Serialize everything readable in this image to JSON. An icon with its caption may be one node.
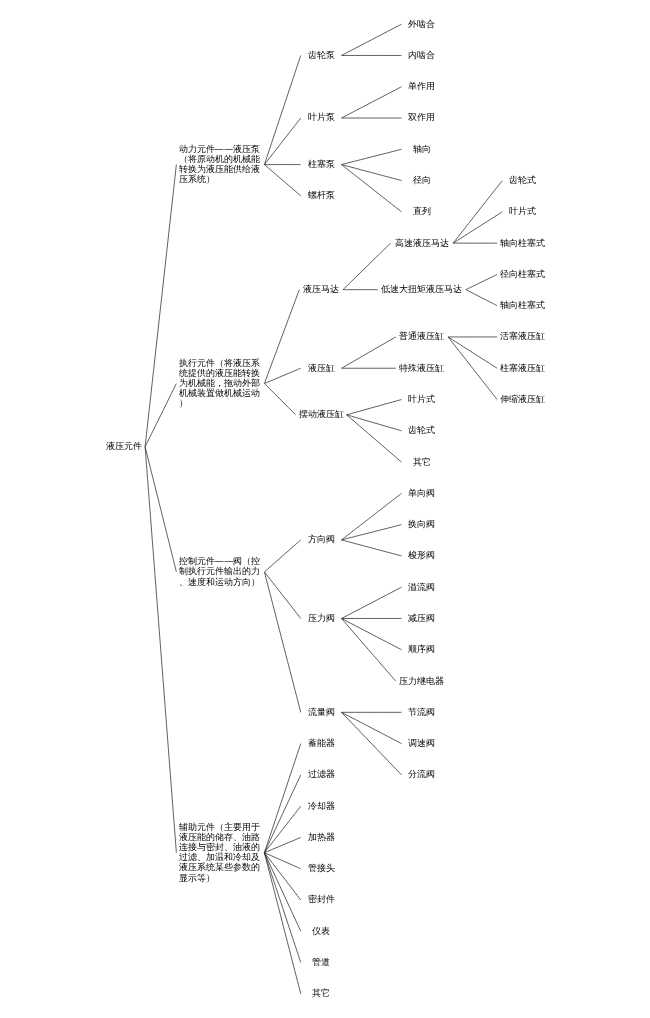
{
  "diagram": {
    "nodes": [
      {
        "text": [
          "液压元件"
        ]
      },
      {
        "text": [
          "动力元件——液压泵（将原动机的机械能转换为液压能供给液压系统）"
        ]
      },
      {
        "text": [
          "齿轮泵"
        ]
      },
      {
        "text": [
          "外啮合"
        ]
      },
      {
        "text": [
          "内啮合"
        ]
      },
      {
        "text": [
          "叶片泵"
        ]
      },
      {
        "text": [
          "单作用"
        ]
      },
      {
        "text": [
          "双作用"
        ]
      },
      {
        "text": [
          "柱塞泵"
        ]
      },
      {
        "text": [
          "轴向"
        ]
      },
      {
        "text": [
          "径向"
        ]
      },
      {
        "text": [
          "直列"
        ]
      },
      {
        "text": [
          "螺杆泵"
        ]
      },
      {
        "text": [
          "执行元件（将液压系统提供的液压能转换为机械能，拖动外部机械装置做机械运动）"
        ]
      },
      {
        "text": [
          "液压马达"
        ]
      },
      {
        "text": [
          "高速液压马达"
        ]
      },
      {
        "text": [
          "齿轮式"
        ]
      },
      {
        "text": [
          "叶片式"
        ]
      },
      {
        "text": [
          "轴向柱塞式"
        ]
      },
      {
        "text": [
          "低速大扭矩液压马达"
        ]
      },
      {
        "text": [
          "径向柱塞式"
        ]
      },
      {
        "text": [
          "轴向柱塞式"
        ]
      },
      {
        "text": [
          "液压缸"
        ]
      },
      {
        "text": [
          "普通液压缸"
        ]
      },
      {
        "text": [
          "活塞液压缸"
        ]
      },
      {
        "text": [
          "柱塞液压缸"
        ]
      },
      {
        "text": [
          "伸缩液压缸"
        ]
      },
      {
        "text": [
          "特殊液压缸"
        ]
      },
      {
        "text": [
          "摆动液压缸"
        ]
      },
      {
        "text": [
          "叶片式"
        ]
      },
      {
        "text": [
          "齿轮式"
        ]
      },
      {
        "text": [
          "其它"
        ]
      },
      {
        "text": [
          "控制元件——阀（控制执行元件输出的力、速度和运动方向）"
        ]
      },
      {
        "text": [
          "方向阀"
        ]
      },
      {
        "text": [
          "单向阀"
        ]
      },
      {
        "text": [
          "换向阀"
        ]
      },
      {
        "text": [
          "梭形阀"
        ]
      },
      {
        "text": [
          "压力阀"
        ]
      },
      {
        "text": [
          "溢流阀"
        ]
      },
      {
        "text": [
          "减压阀"
        ]
      },
      {
        "text": [
          "顺序阀"
        ]
      },
      {
        "text": [
          "压力继电器"
        ]
      },
      {
        "text": [
          "流量阀"
        ]
      },
      {
        "text": [
          "节流阀"
        ]
      },
      {
        "text": [
          "调速阀"
        ]
      },
      {
        "text": [
          "分流阀"
        ]
      },
      {
        "text": [
          "辅助元件（主要用于液压能的储存、油路连接与密封、油液的过滤、加温和冷却及液压系统某些参数的显示等）"
        ]
      },
      {
        "text": [
          "蓄能器"
        ]
      },
      {
        "text": [
          "过滤器"
        ]
      },
      {
        "text": [
          "冷却器"
        ]
      },
      {
        "text": [
          "加热器"
        ]
      },
      {
        "text": [
          "管接头"
        ]
      },
      {
        "text": [
          "密封件"
        ]
      },
      {
        "text": [
          "仪表"
        ]
      },
      {
        "text": [
          "管道"
        ]
      },
      {
        "text": [
          "其它"
        ]
      }
    ],
    "edges": [
      {
        "from": 0,
        "to": 1,
        "arrow": "none"
      },
      {
        "from": 0,
        "to": 13,
        "arrow": "none"
      },
      {
        "from": 0,
        "to": 32,
        "arrow": "none"
      },
      {
        "from": 0,
        "to": 46,
        "arrow": "none"
      },
      {
        "from": 1,
        "to": 2,
        "arrow": "none"
      },
      {
        "from": 1,
        "to": 5,
        "arrow": "none"
      },
      {
        "from": 1,
        "to": 8,
        "arrow": "none"
      },
      {
        "from": 1,
        "to": 12,
        "arrow": "none"
      },
      {
        "from": 2,
        "to": 3,
        "arrow": "none"
      },
      {
        "from": 2,
        "to": 4,
        "arrow": "none"
      },
      {
        "from": 5,
        "to": 6,
        "arrow": "none"
      },
      {
        "from": 5,
        "to": 7,
        "arrow": "none"
      },
      {
        "from": 8,
        "to": 9,
        "arrow": "none"
      },
      {
        "from": 8,
        "to": 10,
        "arrow": "none"
      },
      {
        "from": 8,
        "to": 11,
        "arrow": "none"
      },
      {
        "from": 13,
        "to": 14,
        "arrow": "none"
      },
      {
        "from": 13,
        "to": 22,
        "arrow": "none"
      },
      {
        "from": 13,
        "to": 28,
        "arrow": "none"
      },
      {
        "from": 14,
        "to": 15,
        "arrow": "none"
      },
      {
        "from": 14,
        "to": 19,
        "arrow": "none"
      },
      {
        "from": 15,
        "to": 16,
        "arrow": "none"
      },
      {
        "from": 15,
        "to": 17,
        "arrow": "none"
      },
      {
        "from": 15,
        "to": 18,
        "arrow": "none"
      },
      {
        "from": 19,
        "to": 20,
        "arrow": "none"
      },
      {
        "from": 19,
        "to": 21,
        "arrow": "none"
      },
      {
        "from": 22,
        "to": 23,
        "arrow": "none"
      },
      {
        "from": 22,
        "to": 27,
        "arrow": "none"
      },
      {
        "from": 23,
        "to": 24,
        "arrow": "none"
      },
      {
        "from": 23,
        "to": 25,
        "arrow": "none"
      },
      {
        "from": 23,
        "to": 26,
        "arrow": "none"
      },
      {
        "from": 28,
        "to": 29,
        "arrow": "none"
      },
      {
        "from": 28,
        "to": 30,
        "arrow": "none"
      },
      {
        "from": 28,
        "to": 31,
        "arrow": "none"
      },
      {
        "from": 32,
        "to": 33,
        "arrow": "none"
      },
      {
        "from": 32,
        "to": 37,
        "arrow": "none"
      },
      {
        "from": 32,
        "to": 42,
        "arrow": "none"
      },
      {
        "from": 33,
        "to": 34,
        "arrow": "none"
      },
      {
        "from": 33,
        "to": 35,
        "arrow": "none"
      },
      {
        "from": 33,
        "to": 36,
        "arrow": "none"
      },
      {
        "from": 37,
        "to": 38,
        "arrow": "none"
      },
      {
        "from": 37,
        "to": 39,
        "arrow": "none"
      },
      {
        "from": 37,
        "to": 40,
        "arrow": "none"
      },
      {
        "from": 37,
        "to": 41,
        "arrow": "none"
      },
      {
        "from": 42,
        "to": 43,
        "arrow": "none"
      },
      {
        "from": 42,
        "to": 44,
        "arrow": "none"
      },
      {
        "from": 42,
        "to": 45,
        "arrow": "none"
      },
      {
        "from": 46,
        "to": 47,
        "arrow": "none"
      },
      {
        "from": 46,
        "to": 48,
        "arrow": "none"
      },
      {
        "from": 46,
        "to": 49,
        "arrow": "none"
      },
      {
        "from": 46,
        "to": 50,
        "arrow": "none"
      },
      {
        "from": 46,
        "to": 51,
        "arrow": "none"
      },
      {
        "from": 46,
        "to": 52,
        "arrow": "none"
      },
      {
        "from": 46,
        "to": 53,
        "arrow": "none"
      },
      {
        "from": 46,
        "to": 54,
        "arrow": "none"
      },
      {
        "from": 46,
        "to": 55,
        "arrow": "none"
      }
    ]
  }
}
